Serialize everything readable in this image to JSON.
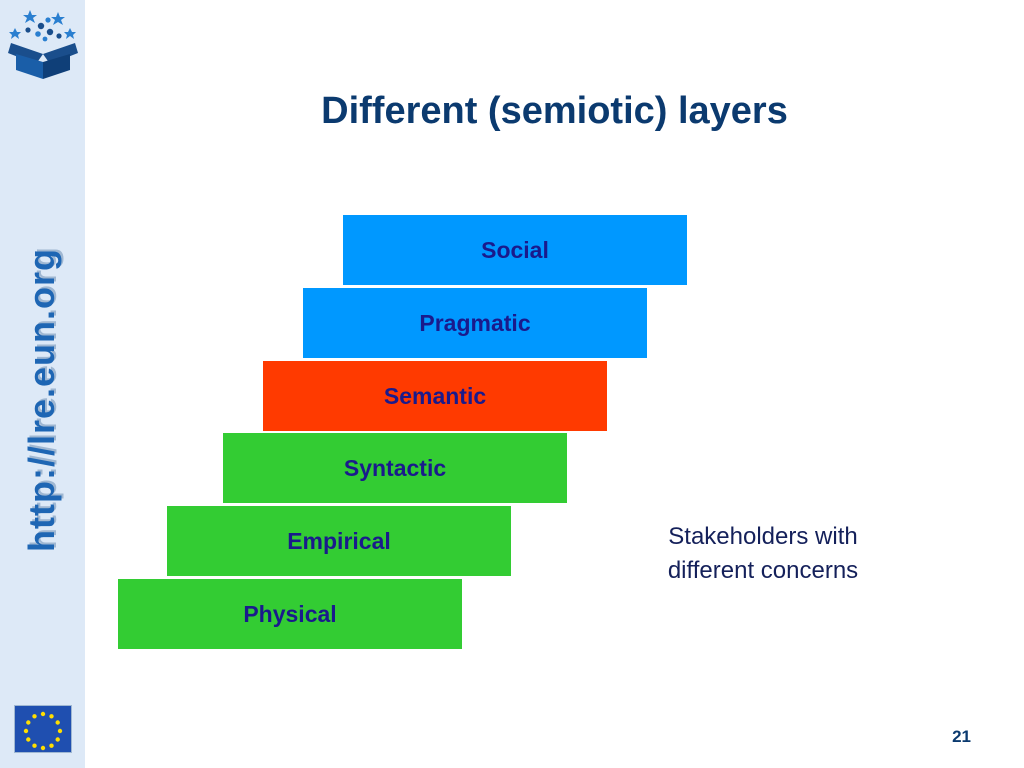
{
  "sidebar": {
    "url": "http://lre.eun.org"
  },
  "title": "Different (semiotic) layers",
  "layers": [
    {
      "label": "Social",
      "color": "#0098ff"
    },
    {
      "label": "Pragmatic",
      "color": "#0098ff"
    },
    {
      "label": "Semantic",
      "color": "#ff3a00"
    },
    {
      "label": "Syntactic",
      "color": "#33cc33"
    },
    {
      "label": "Empirical",
      "color": "#33cc33"
    },
    {
      "label": "Physical",
      "color": "#33cc33"
    }
  ],
  "note": {
    "line1": "Stakeholders with",
    "line2": "different concerns"
  },
  "page_number": "21"
}
